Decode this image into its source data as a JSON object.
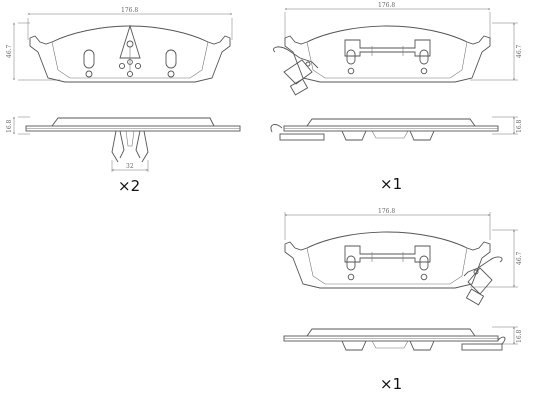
{
  "set_a": {
    "width_label": "176.8",
    "height_label": "46.7",
    "thickness_label": "16.8",
    "clip_label": "32",
    "quantity": "×2"
  },
  "set_b": {
    "width_label": "176.8",
    "height_label": "46.7",
    "thickness_label": "16.8",
    "quantity": "×1"
  },
  "set_c": {
    "width_label": "176.8",
    "height_label": "46.7",
    "thickness_label": "16.8",
    "quantity": "×1"
  }
}
